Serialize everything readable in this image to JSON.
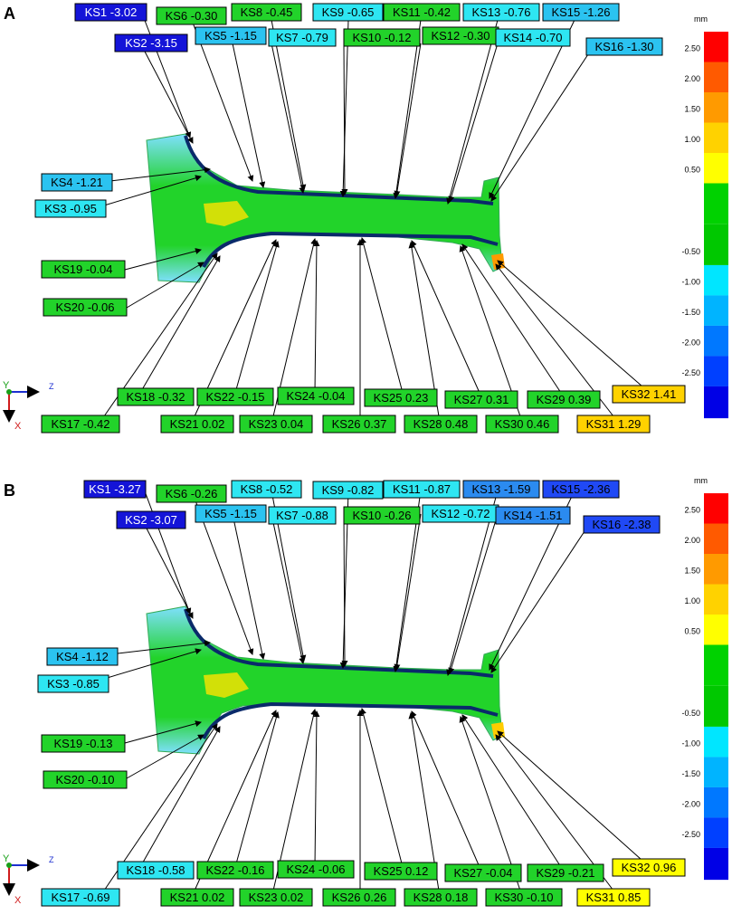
{
  "scale_colors": [
    "#ff0000",
    "#ff5a00",
    "#ff9a00",
    "#ffd200",
    "#ffff00",
    "#00d200",
    "#00c800",
    "#00e6ff",
    "#00b4ff",
    "#0078ff",
    "#0040ff",
    "#0000e6"
  ],
  "panels": [
    {
      "letter": "A",
      "axes": {
        "y": "Y",
        "x": "X",
        "z": "Z"
      },
      "scale": {
        "unit": "mm",
        "ticks": [
          "2.50",
          "2.00",
          "1.50",
          "1.00",
          "0.50",
          "-0.50",
          "-1.00",
          "-1.50",
          "-2.00",
          "-2.50"
        ]
      },
      "labels": [
        {
          "id": "KS1",
          "text": "KS1 -3.02",
          "value": -3.02
        },
        {
          "id": "KS2",
          "text": "KS2 -3.15",
          "value": -3.15
        },
        {
          "id": "KS3",
          "text": "KS3 -0.95",
          "value": -0.95
        },
        {
          "id": "KS4",
          "text": "KS4 -1.21",
          "value": -1.21
        },
        {
          "id": "KS5",
          "text": "KS5 -1.15",
          "value": -1.15
        },
        {
          "id": "KS6",
          "text": "KS6 -0.30",
          "value": -0.3
        },
        {
          "id": "KS7",
          "text": "KS7 -0.79",
          "value": -0.79
        },
        {
          "id": "KS8",
          "text": "KS8 -0.45",
          "value": -0.45
        },
        {
          "id": "KS9",
          "text": "KS9 -0.65",
          "value": -0.65
        },
        {
          "id": "KS10",
          "text": "KS10 -0.12",
          "value": -0.12
        },
        {
          "id": "KS11",
          "text": "KS11 -0.42",
          "value": -0.42
        },
        {
          "id": "KS12",
          "text": "KS12 -0.30",
          "value": -0.3
        },
        {
          "id": "KS13",
          "text": "KS13 -0.76",
          "value": -0.76
        },
        {
          "id": "KS14",
          "text": "KS14 -0.70",
          "value": -0.7
        },
        {
          "id": "KS15",
          "text": "KS15 -1.26",
          "value": -1.26
        },
        {
          "id": "KS16",
          "text": "KS16 -1.30",
          "value": -1.3
        },
        {
          "id": "KS19",
          "text": "KS19 -0.04",
          "value": -0.04
        },
        {
          "id": "KS20",
          "text": "KS20 -0.06",
          "value": -0.06
        },
        {
          "id": "KS17",
          "text": "KS17 -0.42",
          "value": -0.42
        },
        {
          "id": "KS18",
          "text": "KS18 -0.32",
          "value": -0.32
        },
        {
          "id": "KS21",
          "text": "KS21 0.02",
          "value": 0.02
        },
        {
          "id": "KS22",
          "text": "KS22 -0.15",
          "value": -0.15
        },
        {
          "id": "KS23",
          "text": "KS23 0.04",
          "value": 0.04
        },
        {
          "id": "KS24",
          "text": "KS24 -0.04",
          "value": -0.04
        },
        {
          "id": "KS25",
          "text": "KS25 0.23",
          "value": 0.23
        },
        {
          "id": "KS26",
          "text": "KS26 0.37",
          "value": 0.37
        },
        {
          "id": "KS27",
          "text": "KS27 0.31",
          "value": 0.31
        },
        {
          "id": "KS28",
          "text": "KS28 0.48",
          "value": 0.48
        },
        {
          "id": "KS29",
          "text": "KS29 0.39",
          "value": 0.39
        },
        {
          "id": "KS30",
          "text": "KS30 0.46",
          "value": 0.46
        },
        {
          "id": "KS31",
          "text": "KS31 1.29",
          "value": 1.29
        },
        {
          "id": "KS32",
          "text": "KS32 1.41",
          "value": 1.41
        }
      ]
    },
    {
      "letter": "B",
      "axes": {
        "y": "Y",
        "x": "X",
        "z": "Z"
      },
      "scale": {
        "unit": "mm",
        "ticks": [
          "2.50",
          "2.00",
          "1.50",
          "1.00",
          "0.50",
          "-0.50",
          "-1.00",
          "-1.50",
          "-2.00",
          "-2.50"
        ]
      },
      "labels": [
        {
          "id": "KS1",
          "text": "KS1 -3.27",
          "value": -3.27
        },
        {
          "id": "KS2",
          "text": "KS2 -3.07",
          "value": -3.07
        },
        {
          "id": "KS3",
          "text": "KS3 -0.85",
          "value": -0.85
        },
        {
          "id": "KS4",
          "text": "KS4 -1.12",
          "value": -1.12
        },
        {
          "id": "KS5",
          "text": "KS5 -1.15",
          "value": -1.15
        },
        {
          "id": "KS6",
          "text": "KS6 -0.26",
          "value": -0.26
        },
        {
          "id": "KS7",
          "text": "KS7 -0.88",
          "value": -0.88
        },
        {
          "id": "KS8",
          "text": "KS8 -0.52",
          "value": -0.52
        },
        {
          "id": "KS9",
          "text": "KS9 -0.82",
          "value": -0.82
        },
        {
          "id": "KS10",
          "text": "KS10 -0.26",
          "value": -0.26
        },
        {
          "id": "KS11",
          "text": "KS11 -0.87",
          "value": -0.87
        },
        {
          "id": "KS12",
          "text": "KS12 -0.72",
          "value": -0.72
        },
        {
          "id": "KS13",
          "text": "KS13 -1.59",
          "value": -1.59
        },
        {
          "id": "KS14",
          "text": "KS14 -1.51",
          "value": -1.51
        },
        {
          "id": "KS15",
          "text": "KS15 -2.36",
          "value": -2.36
        },
        {
          "id": "KS16",
          "text": "KS16 -2.38",
          "value": -2.38
        },
        {
          "id": "KS19",
          "text": "KS19 -0.13",
          "value": -0.13
        },
        {
          "id": "KS20",
          "text": "KS20 -0.10",
          "value": -0.1
        },
        {
          "id": "KS17",
          "text": "KS17 -0.69",
          "value": -0.69
        },
        {
          "id": "KS18",
          "text": "KS18 -0.58",
          "value": -0.58
        },
        {
          "id": "KS21",
          "text": "KS21 0.02",
          "value": 0.02
        },
        {
          "id": "KS22",
          "text": "KS22 -0.16",
          "value": -0.16
        },
        {
          "id": "KS23",
          "text": "KS23 0.02",
          "value": 0.02
        },
        {
          "id": "KS24",
          "text": "KS24 -0.06",
          "value": -0.06
        },
        {
          "id": "KS25",
          "text": "KS25 0.12",
          "value": 0.12
        },
        {
          "id": "KS26",
          "text": "KS26 0.26",
          "value": 0.26
        },
        {
          "id": "KS27",
          "text": "KS27 -0.04",
          "value": -0.04
        },
        {
          "id": "KS28",
          "text": "KS28 0.18",
          "value": 0.18
        },
        {
          "id": "KS29",
          "text": "KS29 -0.21",
          "value": -0.21
        },
        {
          "id": "KS30",
          "text": "KS30 -0.10",
          "value": -0.1
        },
        {
          "id": "KS31",
          "text": "KS31 0.85",
          "value": 0.85
        },
        {
          "id": "KS32",
          "text": "KS32 0.96",
          "value": 0.96
        }
      ]
    }
  ]
}
